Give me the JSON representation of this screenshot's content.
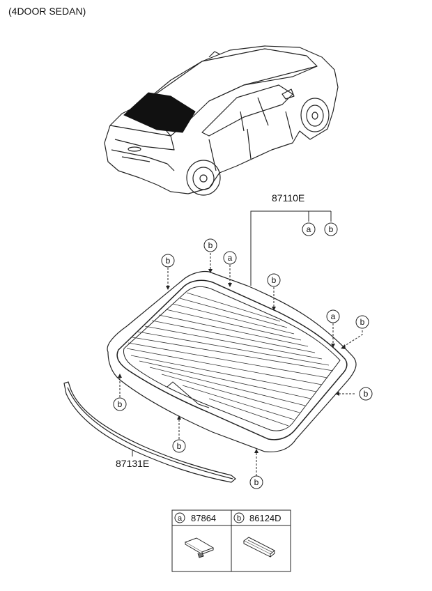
{
  "header": {
    "title": "(4DOOR SEDAN)"
  },
  "parts": {
    "glass_assembly": "87110E",
    "molding": "87131E"
  },
  "callout_letters": {
    "a": "a",
    "b": "b"
  },
  "legend": {
    "a": {
      "letter": "a",
      "part_no": "87864"
    },
    "b": {
      "letter": "b",
      "part_no": "86124D"
    }
  },
  "colors": {
    "line": "#222222",
    "glass_dark": "#111111",
    "background": "#ffffff"
  }
}
